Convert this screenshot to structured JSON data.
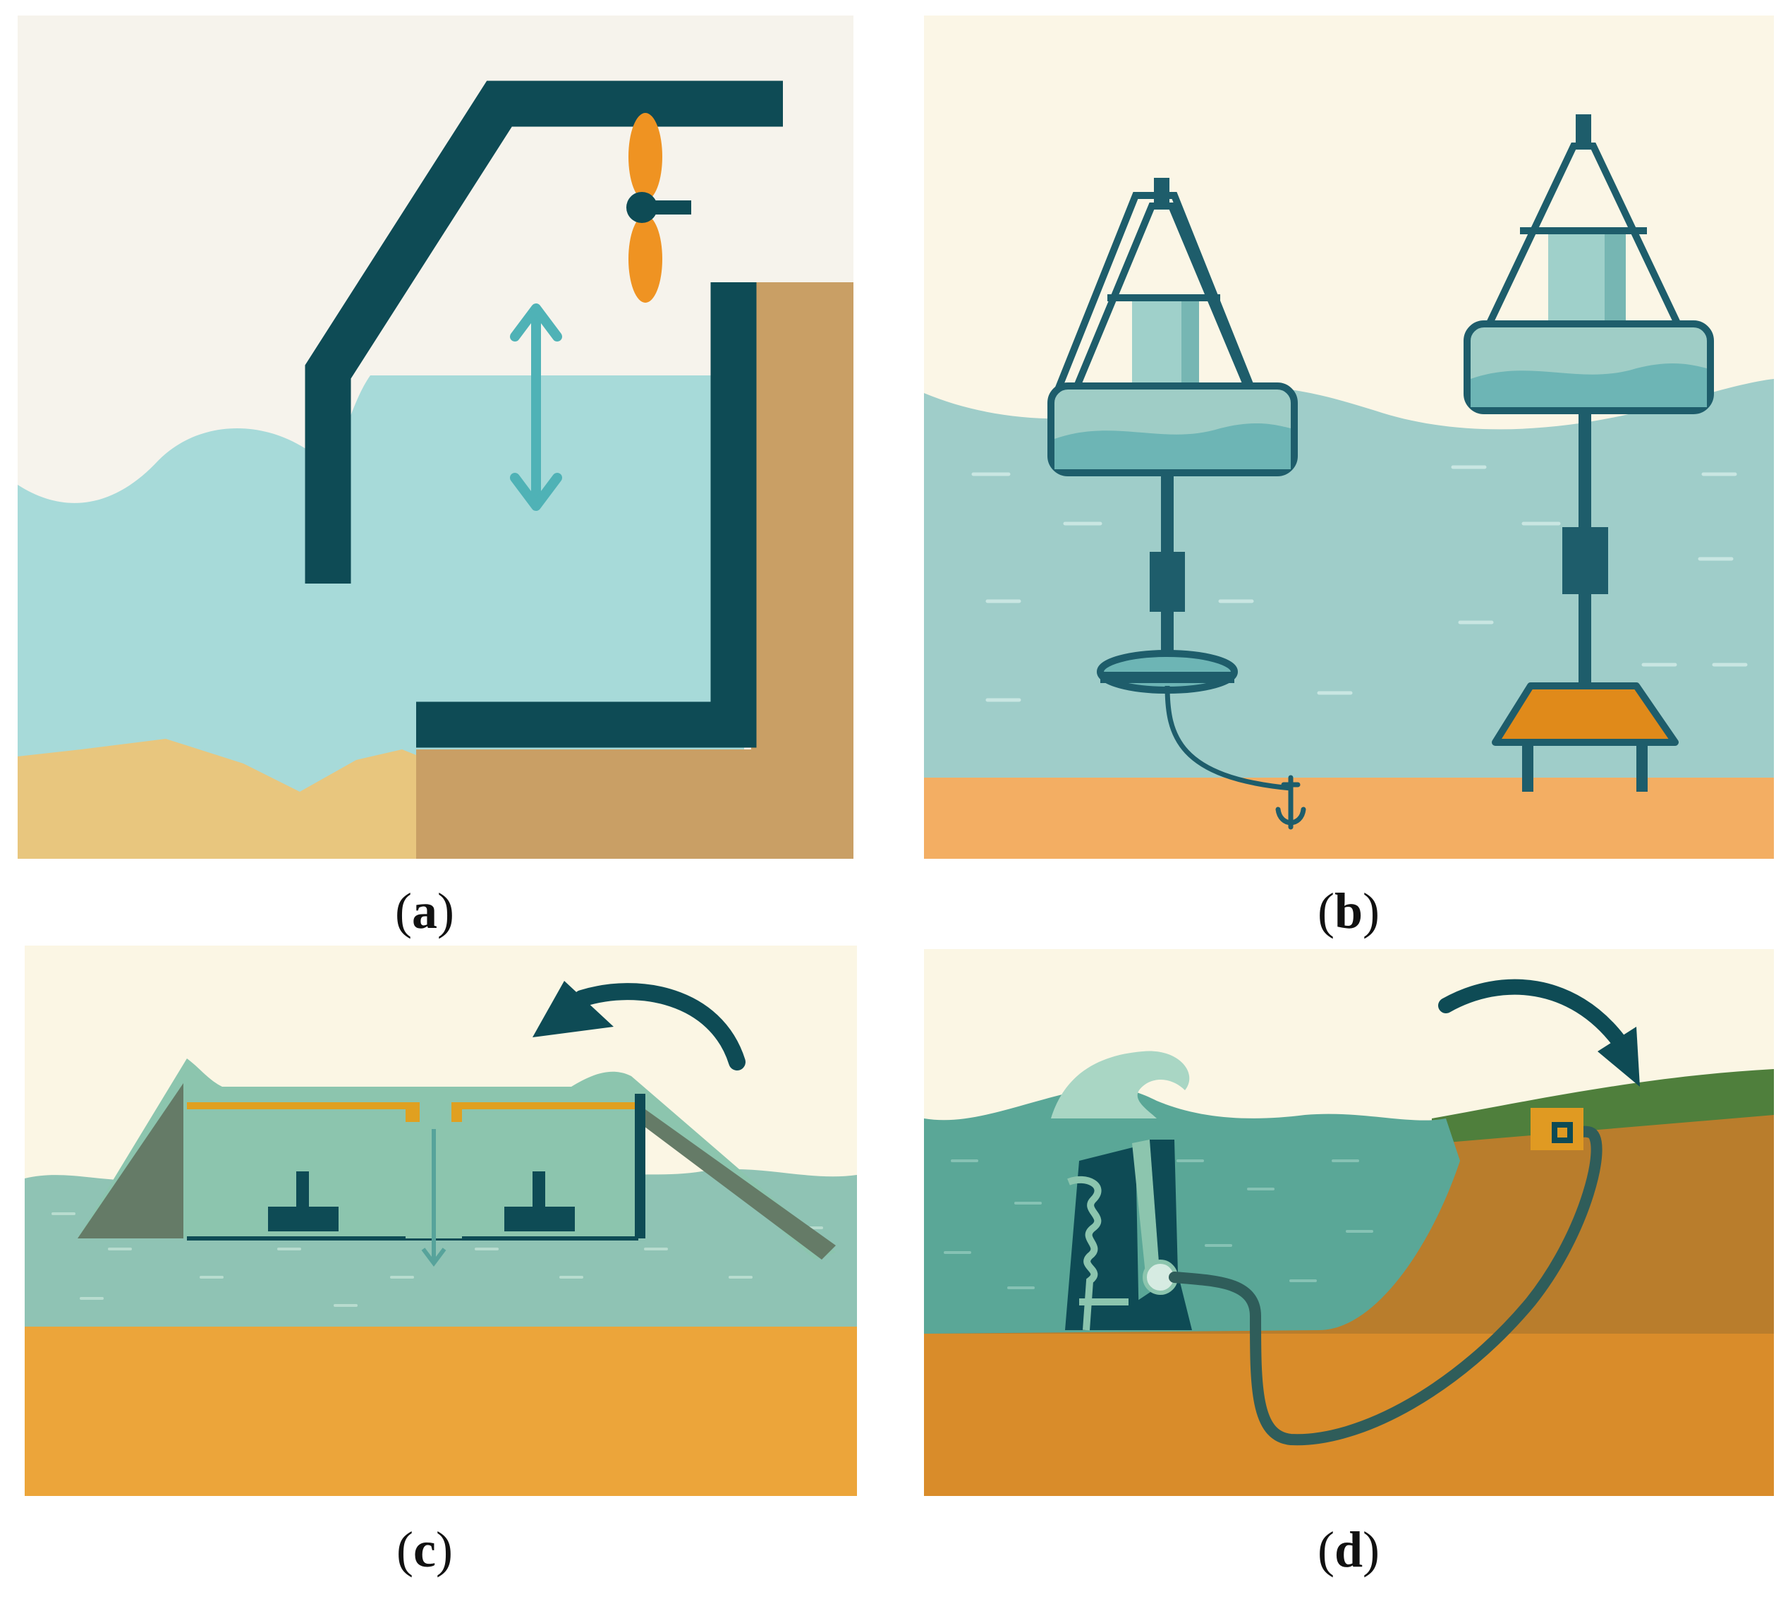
{
  "captions": {
    "a": {
      "open": "(",
      "letter": "a",
      "close": ")"
    },
    "b": {
      "open": "(",
      "letter": "b",
      "close": ")"
    },
    "c": {
      "open": "(",
      "letter": "c",
      "close": ")"
    },
    "d": {
      "open": "(",
      "letter": "d",
      "close": ")"
    }
  },
  "colors": {
    "sky": "#f6f3ec",
    "sky_warm": "#fbf6e6",
    "water_light": "#a7dad9",
    "water_teal": "#8fc3b4",
    "water_deep": "#5aa797",
    "structure_dark": "#0e4b55",
    "sand_light": "#e8c67e",
    "sand_brown": "#c99f65",
    "seabed_orange": "#eea73a",
    "turbine_orange": "#ef9322",
    "buoy_teal": "#6fb5b6",
    "grass": "#4f7f3c"
  },
  "icons": {
    "a": [
      "oscillating-water-column-icon",
      "air-turbine-icon",
      "double-arrow-icon"
    ],
    "b": [
      "point-absorber-buoy-icon",
      "heave-plate-icon",
      "anchor-icon",
      "gravity-base-icon"
    ],
    "c": [
      "overtopping-device-icon",
      "ramp-icon",
      "low-head-turbine-icon",
      "curved-arrow-icon"
    ],
    "d": [
      "oscillating-surge-flap-icon",
      "breaking-wave-icon",
      "pipeline-icon",
      "onshore-plant-icon",
      "curved-arrow-icon"
    ]
  }
}
